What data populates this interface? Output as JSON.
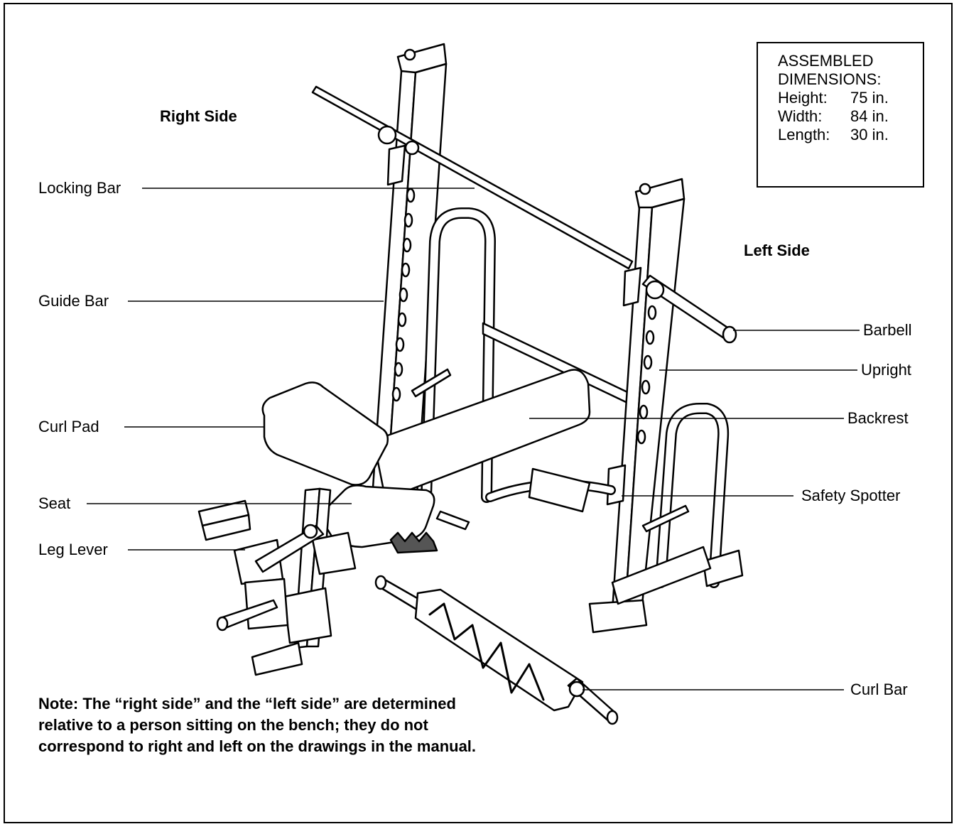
{
  "sides": {
    "right": "Right Side",
    "left": "Left Side"
  },
  "labels": {
    "locking_bar": "Locking Bar",
    "guide_bar": "Guide Bar",
    "curl_pad": "Curl Pad",
    "seat": "Seat",
    "leg_lever": "Leg Lever",
    "barbell": "Barbell",
    "upright": "Upright",
    "backrest": "Backrest",
    "safety_spotter": "Safety Spotter",
    "curl_bar": "Curl Bar"
  },
  "dimensions": {
    "heading_1": "ASSEMBLED",
    "heading_2": "DIMENSIONS:",
    "rows": [
      {
        "key": "Height:",
        "value": "75 in."
      },
      {
        "key": "Width:",
        "value": "84 in."
      },
      {
        "key": "Length:",
        "value": "30 in."
      }
    ]
  },
  "note": "Note: The “right side” and the “left side” are determined relative to a person sitting on the bench; they do not correspond to right and left on the drawings in the manual."
}
